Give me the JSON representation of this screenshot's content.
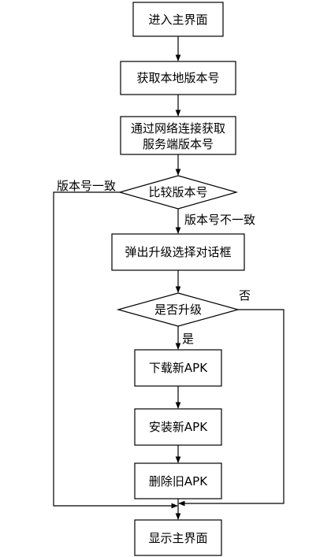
{
  "nodes": {
    "enter_main": "进入主界面",
    "get_local_version": "获取本地版本号",
    "get_server_version_1": "通过网络连接获取",
    "get_server_version_2": "服务端版本号",
    "compare_version": "比较版本号",
    "show_dialog": "弹出升级选择对话框",
    "ask_upgrade": "是否升级",
    "download_apk": "下载新APK",
    "install_apk": "安装新APK",
    "delete_apk": "删除旧APK",
    "show_main": "显示主界面"
  },
  "edges": {
    "version_same": "版本号一致",
    "version_diff": "版本号不一致",
    "yes": "是",
    "no": "否"
  }
}
